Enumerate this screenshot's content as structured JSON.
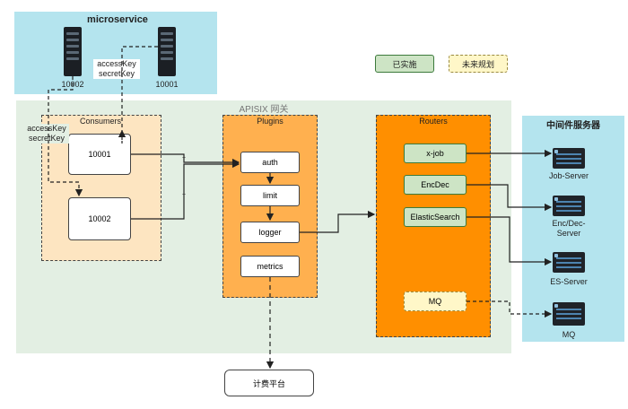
{
  "microservice": {
    "title": "microservice",
    "server_left": "10002",
    "server_right": "10001",
    "keys": "accessKey\nsecretKey"
  },
  "legend": {
    "implemented": "已实施",
    "planned": "未来规划"
  },
  "gateway": {
    "title": "APISIX 网关",
    "left_keys": "accessKey\nsecretKey"
  },
  "consumers": {
    "title": "Consumers",
    "items": [
      "10001",
      "10002"
    ]
  },
  "plugins": {
    "title": "Plugins",
    "items": [
      "auth",
      "limit",
      "logger",
      "metrics"
    ]
  },
  "routers": {
    "title": "Routers",
    "items": [
      "x-job",
      "EncDec",
      "ElasticSearch"
    ],
    "planned": "MQ"
  },
  "middleware": {
    "title": "中间件服务器",
    "servers": [
      "Job-Server",
      "Enc/Dec-\nServer",
      "ES-Server",
      "MQ"
    ]
  },
  "billing": {
    "label": "计费平台"
  },
  "colors": {
    "microservice_bg": "#b4e4ee",
    "gateway_bg": "#e3efe3",
    "consumers_bg": "#fde5c1",
    "plugins_bg": "#ffb04f",
    "routers_bg": "#ff8f00",
    "router_item_bg": "#cde4c5",
    "planned_bg": "#fff7c8",
    "middleware_bg": "#b4e4ee"
  }
}
